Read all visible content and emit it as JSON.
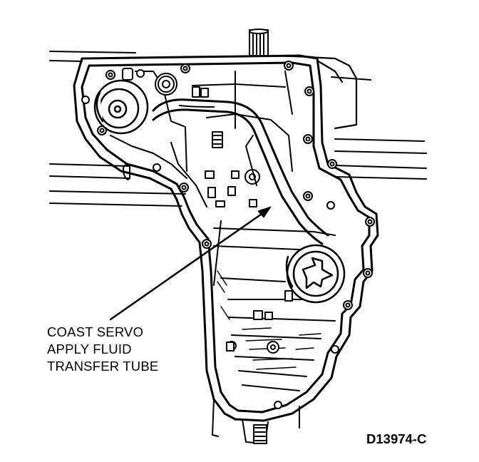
{
  "callout": {
    "line1": "COAST SERVO",
    "line2": "APPLY FLUID",
    "line3": "TRANSFER TUBE"
  },
  "figure_id": "D13974-C"
}
